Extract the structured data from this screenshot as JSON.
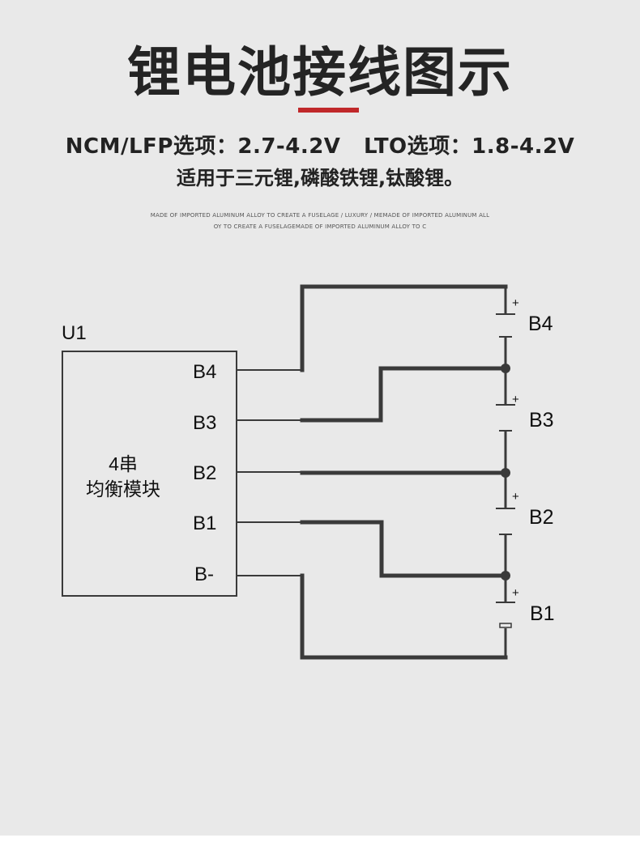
{
  "header": {
    "title": "锂电池接线图示",
    "options_line": "NCM/LFP选项：2.7-4.2V   LTO选项：1.8-4.2V",
    "usage_line": "适用于三元锂,磷酸铁锂,钛酸锂。",
    "fine_print_1": "MADE OF IMPORTED ALUMINUM ALLOY TO CREATE A FUSELAGE / LUXURY / MEMADE OF IMPORTED ALUMINUM ALL",
    "fine_print_2": "OY TO CREATE A FUSELAGEMADE OF IMPORTED ALUMINUM ALLOY TO C"
  },
  "module": {
    "ref": "U1",
    "name_line1": "4串",
    "name_line2": "均衡模块",
    "pins": [
      "B4",
      "B3",
      "B2",
      "B1",
      "B-"
    ]
  },
  "batteries": {
    "labels": [
      "B4",
      "B3",
      "B2",
      "B1"
    ],
    "plus_sign": "+"
  },
  "colors": {
    "accent": "#c0282a",
    "wire": "#3a3a3a",
    "background": "#e9e9e9"
  }
}
